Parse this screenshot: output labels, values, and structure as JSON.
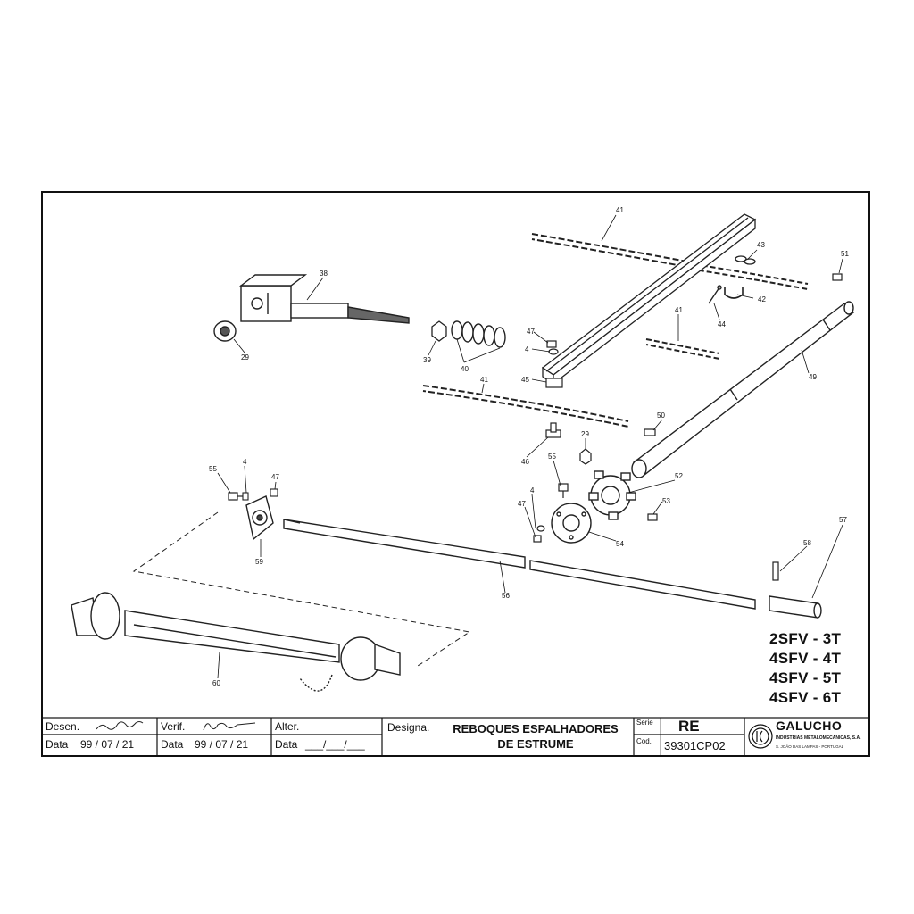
{
  "labels": {
    "p41a": "41",
    "p43": "43",
    "p51": "51",
    "p42": "42",
    "p44": "44",
    "p41b": "41",
    "p38": "38",
    "p29a": "29",
    "p39": "39",
    "p40": "40",
    "p47a": "47",
    "p4a": "4",
    "p45": "45",
    "p41c": "41",
    "p49": "49",
    "p50": "50",
    "p29b": "29",
    "p46": "46",
    "p55a": "55",
    "p4b": "4",
    "p47b": "47",
    "p52": "52",
    "p53": "53",
    "p55b": "55",
    "p4c": "4",
    "p47c": "47",
    "p54": "54",
    "p59": "59",
    "p56": "56",
    "p57": "57",
    "p58": "58",
    "p60": "60"
  },
  "models": [
    "2SFV - 3T",
    "4SFV - 4T",
    "4SFV - 5T",
    "4SFV - 6T"
  ],
  "title_block": {
    "desen_label": "Desen.",
    "data_label": "Data",
    "desen_date": "99 / 07 / 21",
    "verif_label": "Verif.",
    "verif_date": "99 / 07 / 21",
    "alter_label": "Alter.",
    "alter_date": "___/___/___",
    "designa_label": "Designa.",
    "designa_line1": "REBOQUES ESPALHADORES",
    "designa_line2": "DE ESTRUME",
    "serie_label": "Serie",
    "serie_value": "RE",
    "cod_label": "Cod.",
    "cod_value": "39301CP02",
    "company_name": "GALUCHO",
    "company_full": "INDÚSTRIAS METALOMECÂNICAS, S.A.",
    "company_location": "S. JOÃO DAS LAMPAS - PORTUGAL"
  }
}
